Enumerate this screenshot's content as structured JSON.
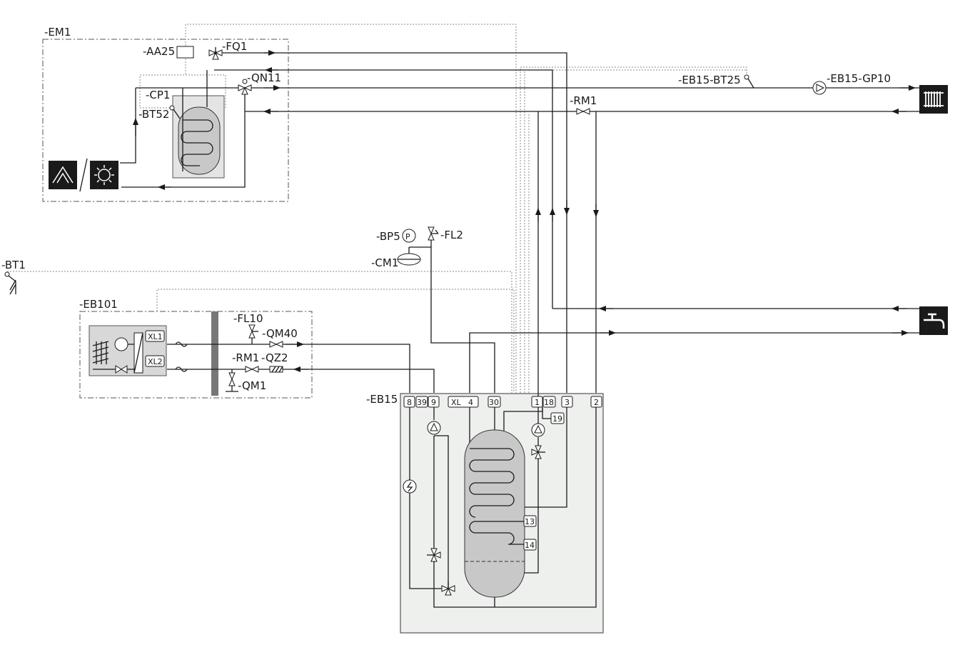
{
  "labels": {
    "em1": "-EM1",
    "aa25": "-AA25",
    "fq1": "-FQ1",
    "qn11": "-QN11",
    "cp1": "-CP1",
    "bt52": "-BT52",
    "eb15_bt25": "-EB15-BT25",
    "eb15_gp10": "-EB15-GP10",
    "rm1_top": "-RM1",
    "bp5": "-BP5",
    "fl2": "-FL2",
    "cm1": "-CM1",
    "bt1": "-BT1",
    "eb101": "-EB101",
    "fl10": "-FL10",
    "qm40": "-QM40",
    "rm1_bottom": "-RM1",
    "qz2": "-QZ2",
    "qm1": "-QM1",
    "eb15": "-EB15",
    "xl1": "XL1",
    "xl2": "XL2"
  },
  "ports": {
    "p8": "8",
    "p39": "39",
    "p9": "9",
    "xl": "XL",
    "p4": "4",
    "p30": "30",
    "p1": "1",
    "p18": "18",
    "p3": "3",
    "p2": "2",
    "p19": "19",
    "p13": "13",
    "p14": "14"
  },
  "icons": {
    "solar_collector": "solar-collector-icon",
    "sun": "sun-icon",
    "radiator": "radiator-icon",
    "tap": "tap-water-icon",
    "pump": "circulation-pump-icon",
    "pressure_gauge": "pressure-gauge-icon",
    "expansion_vessel": "expansion-vessel-icon"
  },
  "colors": {
    "line": "#1a1a1a",
    "unit_fill": "#eef0ee",
    "tank_fill": "#c8c8c8",
    "icon_bg": "#1a1a1a"
  }
}
